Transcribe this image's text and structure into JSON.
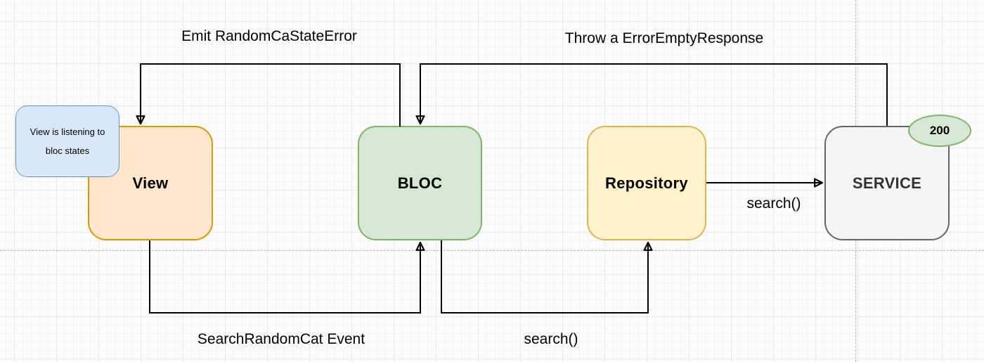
{
  "diagram": {
    "nodes": {
      "view": {
        "label": "View",
        "fill": "#ffe6cc",
        "stroke": "#d79b00"
      },
      "bloc": {
        "label": "BLOC",
        "fill": "#d5e8d4",
        "stroke": "#82b366"
      },
      "repository": {
        "label": "Repository",
        "fill": "#fff2cc",
        "stroke": "#d6b656"
      },
      "service": {
        "label": "SERVICE",
        "fill": "#f5f5f5",
        "stroke": "#666666",
        "text_color": "#333333"
      }
    },
    "note": {
      "lines": [
        "View is listening to",
        "bloc states"
      ],
      "fill": "#dae8fc",
      "stroke": "#6c8ebf"
    },
    "badge": {
      "label": "200",
      "fill": "#d5e8d4",
      "stroke": "#82b366"
    },
    "edges": {
      "emit_state": {
        "label": "Emit RandomCaStateError",
        "from": "BLOC",
        "to": "View"
      },
      "throw_error": {
        "label": "Throw a ErrorEmptyResponse",
        "from": "SERVICE",
        "to": "BLOC"
      },
      "search_call": {
        "label": "search()",
        "from": "Repository",
        "to": "SERVICE"
      },
      "search_event": {
        "label": "SearchRandomCat Event",
        "from": "View",
        "to": "BLOC"
      },
      "search_repo": {
        "label": "search()",
        "from": "BLOC",
        "to": "Repository"
      }
    }
  }
}
